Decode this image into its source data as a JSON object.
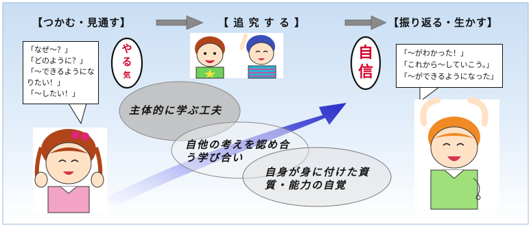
{
  "stages": {
    "grasp": "【つかむ・見通す】",
    "pursue": "【 追 究 す る 】",
    "reflect": "【振り返る・生かす】"
  },
  "left_bubble": {
    "lines": [
      "「なぜ～？」",
      "「どのように？」",
      "「～できるようにな",
      "りたい！」",
      "「～したい！」"
    ]
  },
  "motivation": {
    "chars": [
      "や",
      "る",
      "気"
    ]
  },
  "confidence": {
    "chars": [
      "自",
      "信"
    ]
  },
  "right_bubble": {
    "lines": [
      "「～がわかった！」",
      "「これから～していこう。」",
      "「～ができるようになった」"
    ]
  },
  "ellipses": {
    "e1": "主体的に学ぶ工夫",
    "e2_line1": "自他の考えを認め合",
    "e2_line2": "う学び合い",
    "e3_line1": "自身が身に付けた資",
    "e3_line2": "質・能力の自覚"
  },
  "colors": {
    "background_gradient": [
      "#cfe3f6",
      "#ffffff"
    ],
    "accent_red": "#d5002a",
    "arrow_blue": "#3a3fd0",
    "stage_arrow_gray": "#8a8a8a"
  }
}
